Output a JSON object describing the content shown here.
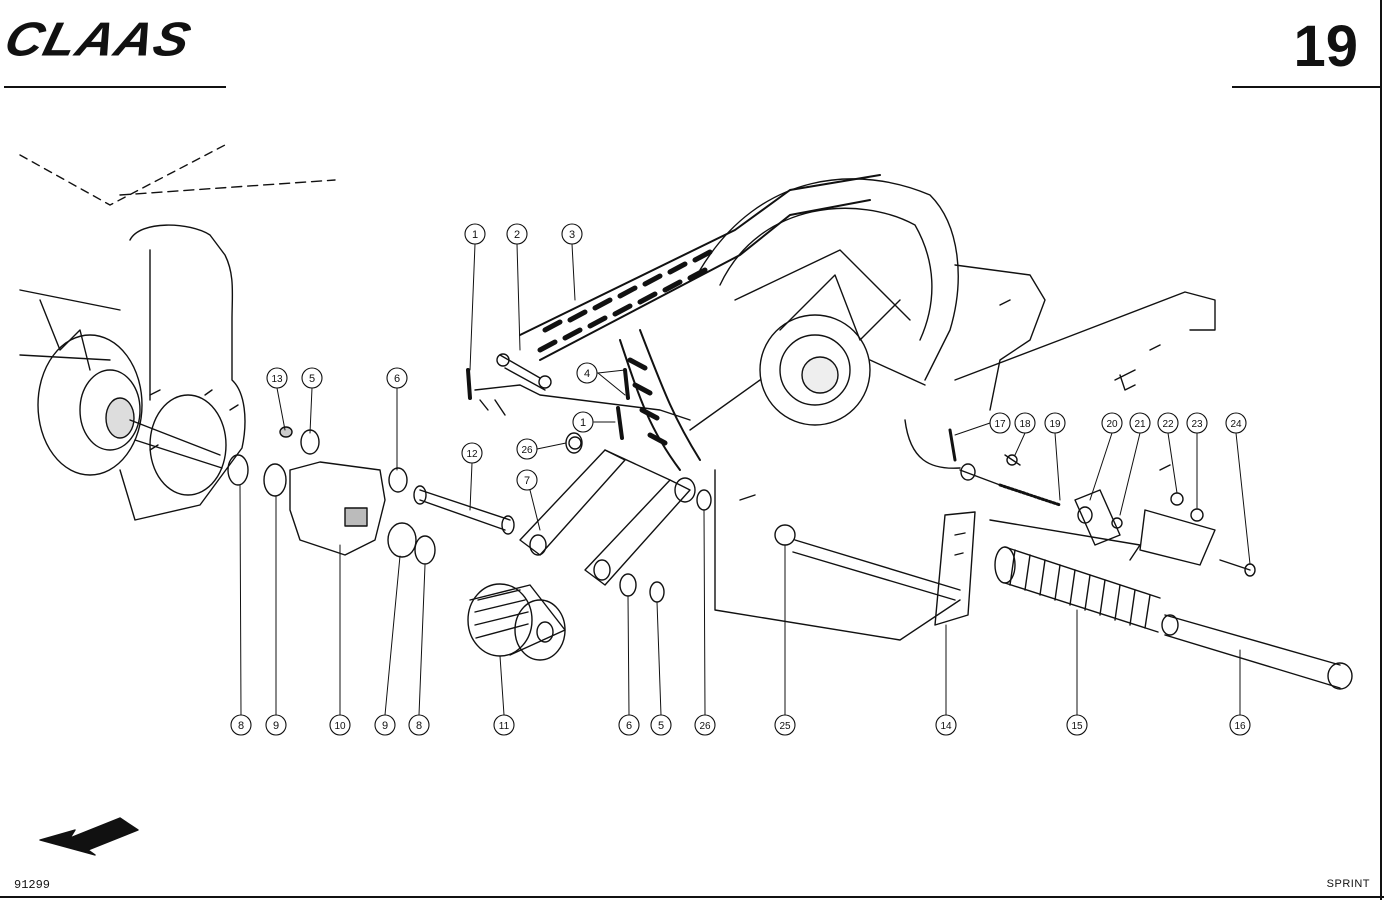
{
  "header": {
    "brand": "CLAAS",
    "page_number": "19"
  },
  "footer": {
    "drawing_code": "91299",
    "model": "SPRINT"
  },
  "callouts": [
    "1",
    "2",
    "3",
    "4",
    "1",
    "26",
    "13",
    "5",
    "6",
    "12",
    "7",
    "8",
    "9",
    "10",
    "9",
    "8",
    "11",
    "6",
    "5",
    "26",
    "25",
    "14",
    "15",
    "16",
    "17",
    "18",
    "19",
    "20",
    "21",
    "22",
    "23",
    "24"
  ],
  "colors": {
    "ink": "#111111",
    "paper": "#ffffff"
  }
}
